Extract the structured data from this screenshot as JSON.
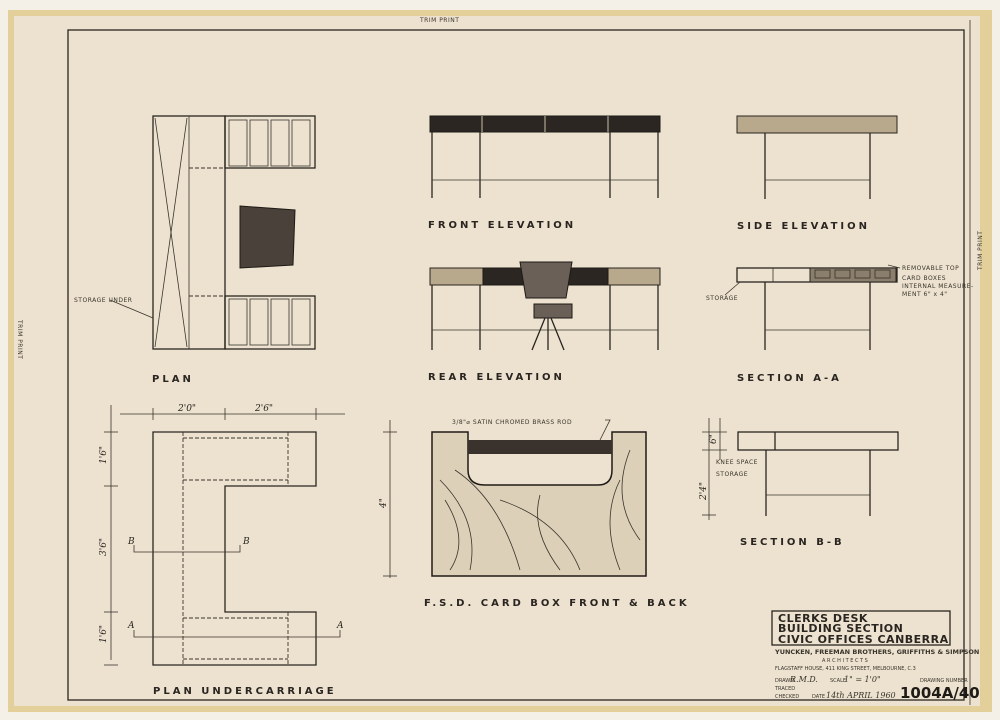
{
  "sheet": {
    "paper_color": "#ece2cf",
    "edge_color": "#e3cf9a",
    "trim_print_label": "TRIM PRINT"
  },
  "views": {
    "plan": "PLAN",
    "front_elevation": "FRONT ELEVATION",
    "side_elevation": "SIDE ELEVATION",
    "rear_elevation": "REAR ELEVATION",
    "section_aa": "SECTION A-A",
    "plan_undercarriage": "PLAN UNDERCARRIAGE",
    "card_box": "F.S.D. CARD BOX FRONT & BACK",
    "section_bb": "SECTION B-B"
  },
  "notes": {
    "storage_under": "STORAGE UNDER",
    "removable_top": "REMOVABLE TOP",
    "card_boxes_1": "CARD BOXES",
    "card_boxes_2": "INTERNAL MEASURE-",
    "card_boxes_3": "MENT 6\" x 4\"",
    "storage": "STORAGE",
    "rod": "3/8\"⌀ SATIN CHROMED BRASS ROD",
    "knee_space": "KNEE SPACE",
    "storage_bb": "STORAGE"
  },
  "dimensions": {
    "w1": "2'0\"",
    "w2": "2'6\"",
    "h1": "1'6\"",
    "h2": "3'6\"",
    "h3": "1'6\"",
    "card_h": "4\"",
    "bb_h1": "6\"",
    "bb_h2": "2'4\"",
    "b_mark": "B",
    "a_mark": "A"
  },
  "title_block": {
    "line1": "CLERKS DESK",
    "line2": "BUILDING SECTION",
    "line3": "CIVIC OFFICES CANBERRA",
    "firm": "YUNCKEN, FREEMAN BROTHERS, GRIFFITHS & SIMPSON",
    "architects": "A R C H I T E C T S",
    "address": "FLAGSTAFF HOUSE, 411 KING STREET, MELBOURNE, C.3",
    "drawn_label": "DRAWN",
    "drawn_value": "R.M.D.",
    "scale_label": "SCALE",
    "scale_value": "1\" = 1'0\"",
    "drawing_number_label": "DRAWING NUMBER",
    "traced_label": "TRACED",
    "checked_label": "CHECKED",
    "date_label": "DATE",
    "date_value": "14th APRIL 1960",
    "drawing_number": "1004A/40"
  }
}
